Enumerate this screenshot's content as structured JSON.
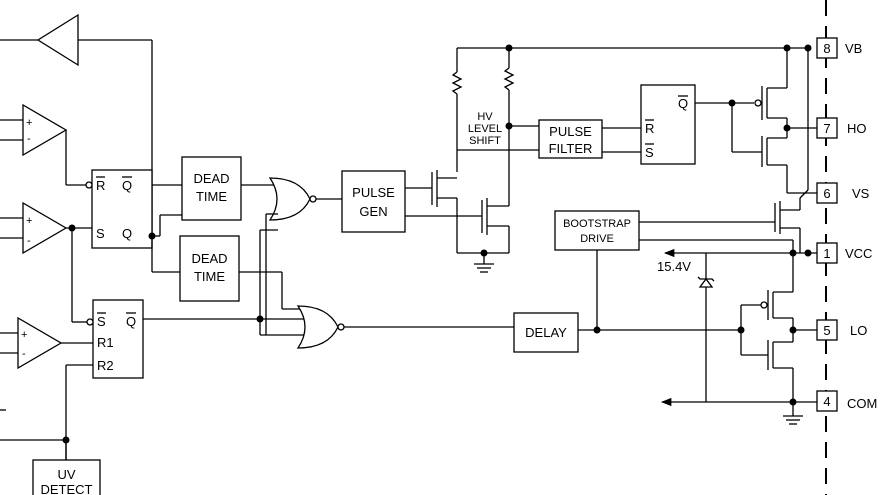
{
  "blocks": {
    "dead_time_1": [
      "DEAD",
      "TIME"
    ],
    "dead_time_2": [
      "DEAD",
      "TIME"
    ],
    "pulse_gen": [
      "PULSE",
      "GEN"
    ],
    "pulse_filter": [
      "PULSE",
      "FILTER"
    ],
    "bootstrap": [
      "BOOTSTRAP",
      "DRIVE"
    ],
    "delay": "DELAY",
    "uv_detect": [
      "UV",
      "DETECT"
    ],
    "hv_level_shift": [
      "HV",
      "LEVEL",
      "SHIFT"
    ]
  },
  "latches": {
    "rs1": {
      "r": "R",
      "s": "S",
      "q_top": "Q",
      "q_bottom": "Q"
    },
    "rs2": {
      "s": "S",
      "q": "Q",
      "r1": "R1",
      "r2": "R2"
    },
    "rs3": {
      "q": "Q",
      "r": "R",
      "s": "S"
    }
  },
  "comparator_signs": {
    "plus": "+",
    "minus": "-"
  },
  "zener_voltage": "15.4V",
  "pins": [
    {
      "num": "8",
      "name": "VB"
    },
    {
      "num": "7",
      "name": "HO"
    },
    {
      "num": "6",
      "name": "VS"
    },
    {
      "num": "1",
      "name": "VCC"
    },
    {
      "num": "5",
      "name": "LO"
    },
    {
      "num": "4",
      "name": "COM"
    }
  ]
}
